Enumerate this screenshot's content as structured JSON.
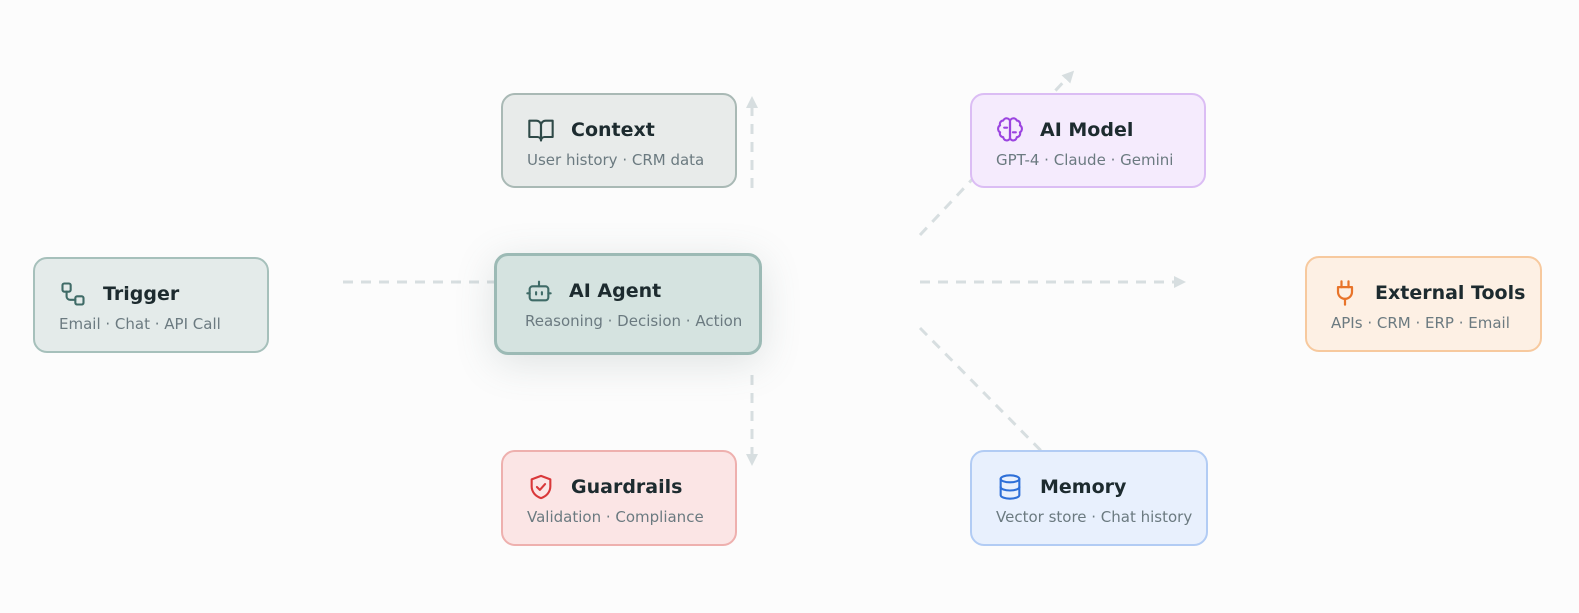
{
  "nodes": {
    "trigger": {
      "title": "Trigger",
      "subtitle": "Email · Chat · API Call",
      "icon": "workflow-icon"
    },
    "context": {
      "title": "Context",
      "subtitle": "User history · CRM data",
      "icon": "book-open-icon"
    },
    "agent": {
      "title": "AI Agent",
      "subtitle": "Reasoning · Decision · Action",
      "icon": "bot-icon"
    },
    "guardrails": {
      "title": "Guardrails",
      "subtitle": "Validation · Compliance",
      "icon": "shield-check-icon"
    },
    "model": {
      "title": "AI Model",
      "subtitle": "GPT-4 · Claude · Gemini",
      "icon": "brain-icon"
    },
    "memory": {
      "title": "Memory",
      "subtitle": "Vector store · Chat history",
      "icon": "database-icon"
    },
    "tools": {
      "title": "External Tools",
      "subtitle": "APIs · CRM · ERP · Email",
      "icon": "plug-icon"
    }
  },
  "colors": {
    "trigger_icon": "#3f6b67",
    "context_icon": "#2f4a48",
    "agent_icon": "#3f6b67",
    "guardrails_icon": "#d9383a",
    "model_icon": "#9b44e0",
    "memory_icon": "#2d6fd8",
    "tools_icon": "#e8742a",
    "connector": "#d7dee0"
  }
}
